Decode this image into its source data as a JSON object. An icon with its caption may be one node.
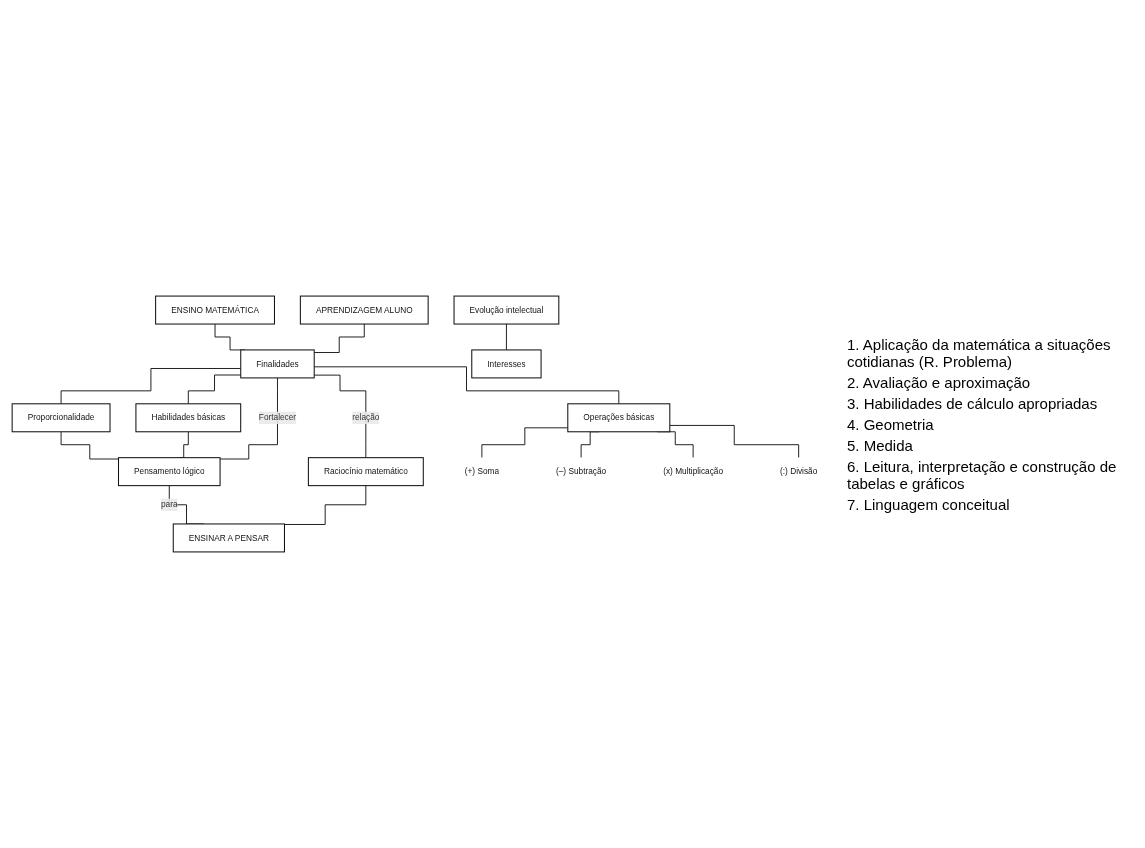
{
  "diagram": {
    "nodes": [
      {
        "text": [
          "ENSINO MATEMÁTICA"
        ]
      },
      {
        "text": [
          "APRENDIZAGEM ALUNO"
        ]
      },
      {
        "text": [
          "Finalidades"
        ]
      },
      {
        "text": [
          "Evolução intelectual"
        ]
      },
      {
        "text": [
          "Interesses"
        ]
      },
      {
        "text": [
          "Operações básicas"
        ]
      },
      {
        "text": [
          "Proporcionalidade"
        ]
      },
      {
        "text": [
          "Habilidades básicas"
        ]
      },
      {
        "text": [
          "Pensamento lógico"
        ]
      },
      {
        "text": [
          "Raciocínio matemático"
        ]
      },
      {
        "text": [
          "ENSINAR A PENSAR"
        ]
      },
      {
        "text": [
          "(+) Soma"
        ]
      },
      {
        "text": [
          "(–) Subtração"
        ]
      },
      {
        "text": [
          "(x) Multiplicação"
        ]
      },
      {
        "text": [
          "(:) Divisão"
        ]
      }
    ],
    "edges": [
      {
        "from": 0,
        "to": 2,
        "arrow": "none"
      },
      {
        "from": 1,
        "to": 2,
        "arrow": "none"
      },
      {
        "from": 3,
        "to": 4,
        "arrow": "none"
      },
      {
        "from": 2,
        "to": 5,
        "arrow": "none"
      },
      {
        "from": 2,
        "to": 6,
        "arrow": "none"
      },
      {
        "from": 2,
        "to": 7,
        "arrow": "none"
      },
      {
        "from": 5,
        "to": 11,
        "arrow": "none"
      },
      {
        "from": 5,
        "to": 12,
        "arrow": "none"
      },
      {
        "from": 5,
        "to": 13,
        "arrow": "none"
      },
      {
        "from": 5,
        "to": 14,
        "arrow": "none"
      },
      {
        "from": 6,
        "to": 8,
        "arrow": "none"
      },
      {
        "from": 7,
        "to": 8,
        "arrow": "none"
      },
      {
        "from": 2,
        "to": 8,
        "label": "Fortalecer",
        "arrow": "none"
      },
      {
        "from": 2,
        "to": 9,
        "label": "relação",
        "arrow": "none"
      },
      {
        "from": 8,
        "to": 10,
        "label": "para",
        "arrow": "none"
      },
      {
        "from": 9,
        "to": 10,
        "arrow": "none"
      }
    ],
    "labels": [
      "1. Aplicação da matemática a situações cotidianas (R. Problema)",
      "2. Avaliação e aproximação",
      "3. Habilidades de cálculo apropriadas",
      "4. Geometria",
      "5. Medida",
      "6. Leitura, interpretação e construção de tabelas e gráficos",
      "7. Linguagem conceitual"
    ]
  }
}
